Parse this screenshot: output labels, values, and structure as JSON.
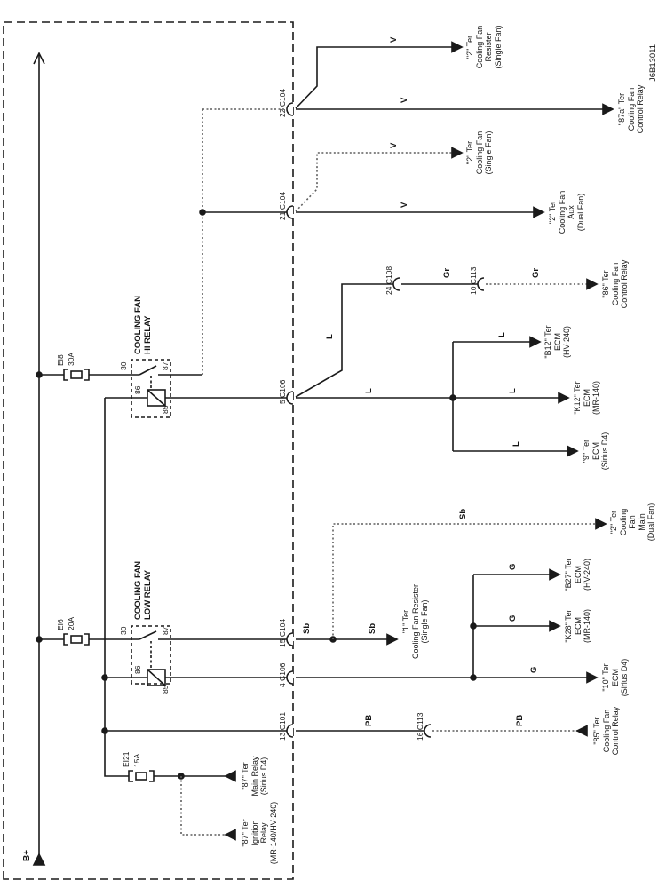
{
  "drawing_number": "J6B13011",
  "bus": {
    "label": "B+"
  },
  "fuses": {
    "f1": {
      "name": "EI8",
      "rating": "30A"
    },
    "f2": {
      "name": "EI6",
      "rating": "20A"
    },
    "f3": {
      "name": "EI21",
      "rating": "15A"
    }
  },
  "relays": {
    "hi": {
      "label": "COOLING FAN\nHI RELAY",
      "t30": "30",
      "t87": "87",
      "t86": "86",
      "t85": "85"
    },
    "low": {
      "label": "COOLING FAN\nLOW RELAY",
      "t30": "30",
      "t87": "87",
      "t86": "86",
      "t85": "85"
    }
  },
  "connectors": {
    "c22": "22 C104",
    "c21": "21 C104",
    "c5": "5 C106",
    "c15": "15 C104",
    "c4": "4 C106",
    "c13": "13 C101",
    "c24": "24 C108",
    "c10": "10 C113",
    "c16": "16 C113"
  },
  "wire_labels": {
    "v1": "V",
    "v2": "V",
    "v3": "V",
    "v4": "V",
    "gr1": "Gr",
    "gr2": "Gr",
    "l1": "L",
    "l2": "L",
    "l3": "L",
    "l4": "L",
    "l5": "L",
    "sb1": "Sb",
    "sb2": "Sb",
    "sb3": "Sb",
    "g1": "G",
    "g2": "G",
    "g3": "G",
    "pb1": "PB",
    "pb2": "PB"
  },
  "destinations": {
    "fan_resister_2": "\"2\" Ter\nCooling Fan\nResister\n(Single Fan)",
    "control_relay_87a": "\"87a\" Ter\nCooling Fan\nControl Relay",
    "fan_single_2": "\"2\" Ter\nCooling Fan\n(Single Fan)",
    "fan_aux_2": "\"2\" Ter\nCooling Fan\nAux\n(Dual Fan)",
    "control_relay_86": "\"86\" Ter\nCooling Fan\nControl Relay",
    "ecm_b12": "\"B12\" Ter\nECM\n(HV-240)",
    "ecm_k12": "\"K12\" Ter\nECM\n(MR-140)",
    "ecm_9": "\"9\" Ter\nECM\n(Sirius D4)",
    "fan_main_2": "\"2\" Ter\nCooling\nFan\nMain\n(Dual Fan)",
    "fan_resister_1": "\"1\" Ter\nCooling Fan Resister\n(Single Fan)",
    "ecm_b27": "\"B27\" Ter\nECM\n(HV-240)",
    "ecm_k28": "\"K28\" Ter\nECM\n(MR-140)",
    "ecm_10": "\"10\" Ter\nECM\n(Sirius D4)",
    "control_relay_85": "\"85\" Ter\nCooling Fan\nControl Relay",
    "main_relay_87": "\"87\" Ter\nMain Relay\n(Sirius D4)",
    "ignition_relay_87": "\"87\" Ter\nIgnition\nRelay\n(MR-140/HV-240)"
  },
  "colors": {
    "wire": "#1a1a1a",
    "shaded_wire": "#5f5f5f",
    "background": "#ffffff"
  }
}
